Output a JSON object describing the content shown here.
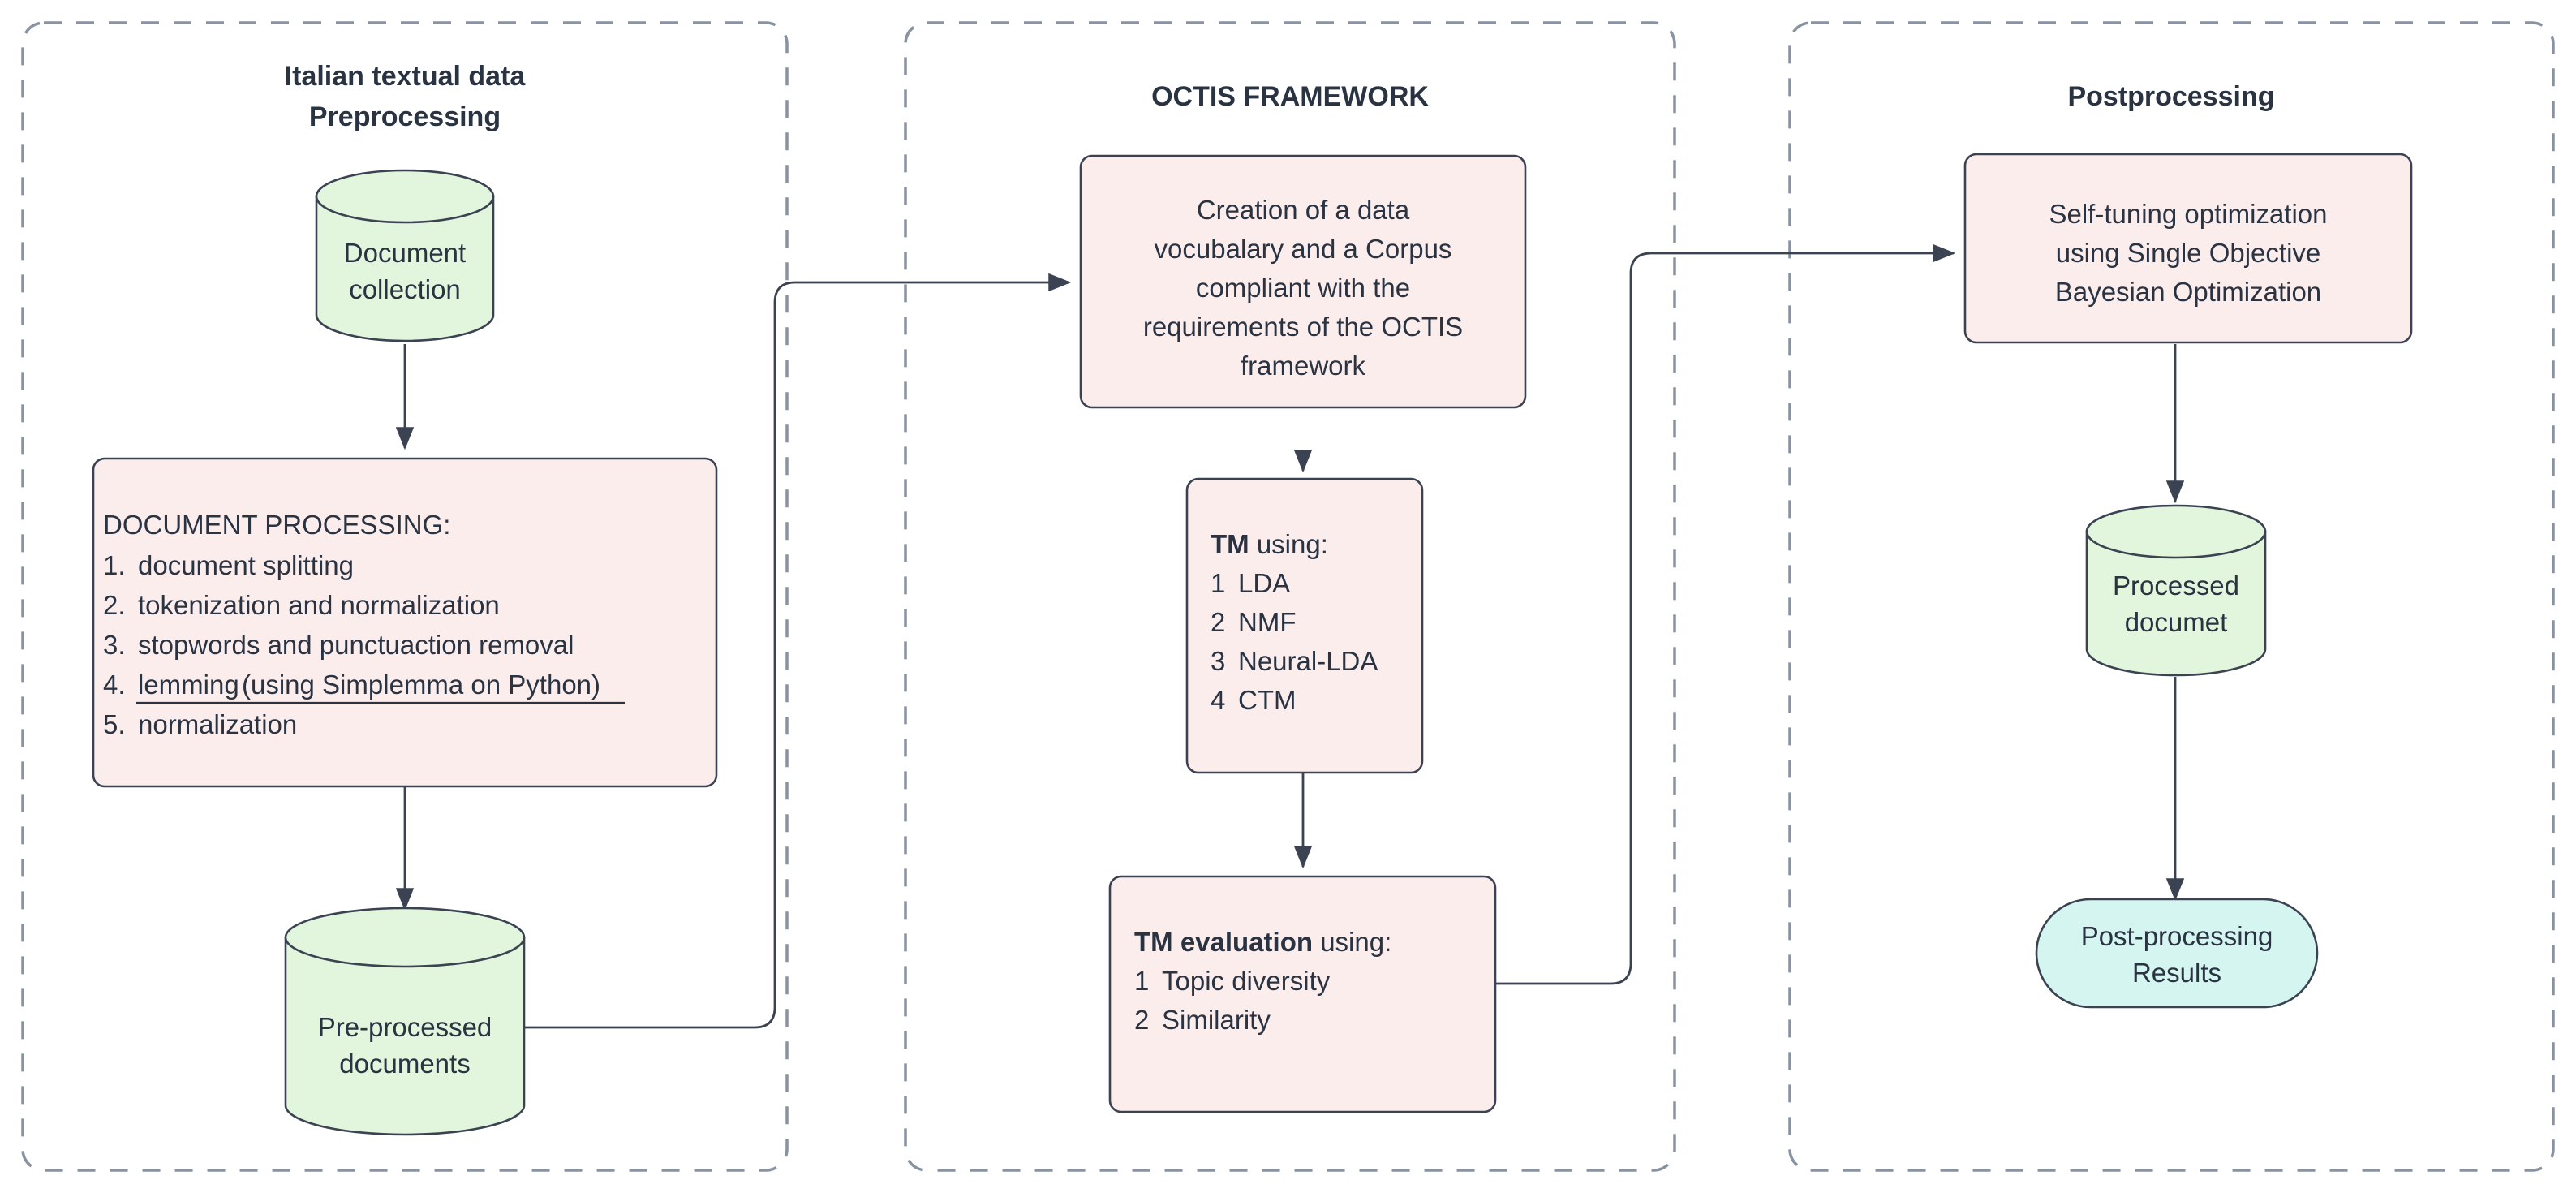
{
  "diagram": {
    "title_present": false,
    "palette": {
      "process_fill": "#fceded",
      "datastore_fill": "#e2f5dd",
      "terminal_fill": "#d5f5f1",
      "stroke": "#3b4252",
      "group_border": "#8892a0",
      "text": "#2a3342",
      "background": "#ffffff"
    }
  },
  "groups": [
    {
      "id": "preprocessing",
      "title_line1": "Italian textual data",
      "title_line2": "Preprocessing"
    },
    {
      "id": "octis",
      "title_line1": "OCTIS FRAMEWORK",
      "title_line2": ""
    },
    {
      "id": "postprocessing",
      "title_line1": "Postprocessing",
      "title_line2": ""
    }
  ],
  "nodes": {
    "document_collection": {
      "shape": "cylinder",
      "lines": [
        "Document",
        "collection"
      ]
    },
    "document_processing": {
      "shape": "rounded-rect",
      "heading": "DOCUMENT PROCESSING:",
      "items": [
        {
          "num": "1.",
          "text": "document splitting"
        },
        {
          "num": "2.",
          "text": "tokenization and normalization"
        },
        {
          "num": "3.",
          "text": "stopwords and punctuaction removal"
        },
        {
          "num": "4.",
          "text": "lemming",
          "note": "(using Simplemma on Python)",
          "underlined": true
        },
        {
          "num": "5.",
          "text": "normalization"
        }
      ]
    },
    "preprocessed_documents": {
      "shape": "cylinder",
      "lines": [
        "Pre-processed",
        "documents"
      ]
    },
    "creation_corpus": {
      "shape": "rounded-rect",
      "lines": [
        "Creation of a data",
        "vocubalary and a Corpus",
        "compliant with the",
        "requirements of the OCTIS",
        "framework"
      ]
    },
    "tm_models": {
      "shape": "rounded-rect",
      "heading_bold": "TM",
      "heading_rest": " using:",
      "items": [
        {
          "num": "1",
          "text": "LDA"
        },
        {
          "num": "2",
          "text": "NMF"
        },
        {
          "num": "3",
          "text": "Neural-LDA"
        },
        {
          "num": "4",
          "text": "CTM"
        }
      ]
    },
    "tm_evaluation": {
      "shape": "rounded-rect",
      "heading_bold": "TM evaluation",
      "heading_rest": " using:",
      "items": [
        {
          "num": "1",
          "text": "Topic diversity"
        },
        {
          "num": "2",
          "text": "Similarity"
        }
      ]
    },
    "self_tuning": {
      "shape": "rounded-rect",
      "lines": [
        "Self-tuning optimization",
        "using Single Objective",
        "Bayesian Optimization"
      ]
    },
    "processed_document": {
      "shape": "cylinder",
      "lines": [
        "Processed",
        "documet"
      ]
    },
    "postprocessing_results": {
      "shape": "stadium",
      "lines": [
        "Post-processing",
        "Results"
      ]
    }
  },
  "edges": [
    {
      "from": "document_collection",
      "to": "document_processing",
      "style": "straight-down",
      "arrow": true
    },
    {
      "from": "document_processing",
      "to": "preprocessed_documents",
      "style": "straight-down",
      "arrow": true
    },
    {
      "from": "preprocessed_documents",
      "to": "creation_corpus",
      "style": "orthogonal-right-up-right",
      "arrow": true
    },
    {
      "from": "creation_corpus",
      "to": "tm_models",
      "style": "straight-down",
      "arrow": true
    },
    {
      "from": "tm_models",
      "to": "tm_evaluation",
      "style": "straight-down",
      "arrow": true
    },
    {
      "from": "tm_evaluation",
      "to": "self_tuning",
      "style": "orthogonal-right-up-right",
      "arrow": true
    },
    {
      "from": "self_tuning",
      "to": "processed_document",
      "style": "straight-down",
      "arrow": true
    },
    {
      "from": "processed_document",
      "to": "postprocessing_results",
      "style": "straight-down",
      "arrow": true
    }
  ]
}
